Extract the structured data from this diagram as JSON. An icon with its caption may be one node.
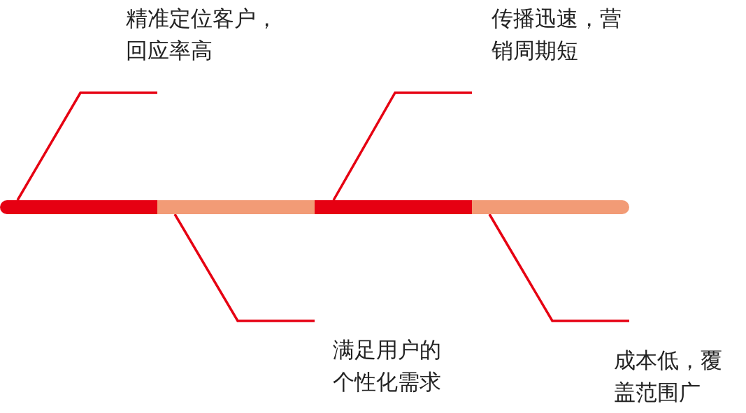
{
  "diagram": {
    "nodes": [
      {
        "text": [
          "精准定位客户，回应率高"
        ]
      },
      {
        "text": [
          "传播迅速，营销周期短"
        ]
      },
      {
        "text": [],
        "shape": "bar"
      },
      {
        "text": [],
        "shape": "bar"
      },
      {
        "text": [],
        "shape": "bar"
      },
      {
        "text": [],
        "shape": "bar"
      },
      {
        "text": [
          "满足用户的个性化需求"
        ]
      },
      {
        "text": [
          "成本低，覆盖范围广"
        ]
      }
    ],
    "edges": [
      {
        "from": 0,
        "to": 2,
        "arrow": "none"
      },
      {
        "from": 1,
        "to": 4,
        "arrow": "none"
      },
      {
        "from": 6,
        "to": 3,
        "arrow": "none"
      },
      {
        "from": 7,
        "to": 5,
        "arrow": "none"
      }
    ]
  }
}
